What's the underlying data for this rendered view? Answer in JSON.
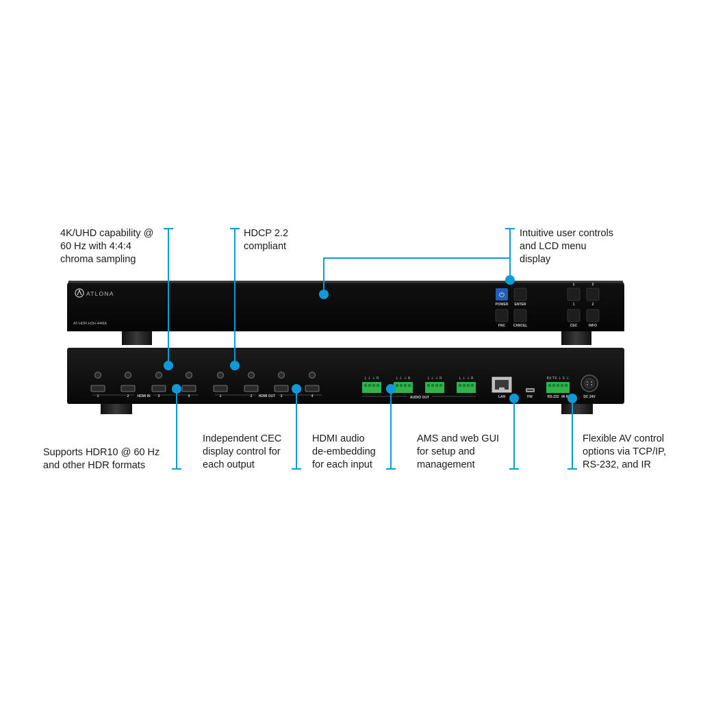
{
  "callouts": {
    "uhd": "4K/UHD capability @\n60 Hz with 4:4:4\nchroma sampling",
    "hdcp": "HDCP 2.2\ncompliant",
    "controls": "Intuitive user controls\nand LCD menu\ndisplay",
    "hdr": "Supports HDR10 @ 60 Hz\nand other HDR formats",
    "cec": "Independent CEC\ndisplay control for\neach output",
    "audio": "HDMI audio\nde-embedding\nfor each input",
    "ams": "AMS and web GUI\nfor setup and\nmanagement",
    "control_options": "Flexible AV control\noptions via TCP/IP,\nRS-232, and IR"
  },
  "front_panel": {
    "brand": "ATLONA",
    "model": "AT-HDR-H2H-44MA",
    "buttons": {
      "power": "POWER",
      "enter": "ENTER",
      "fnc": "FNC",
      "cancel": "CANCEL",
      "input_1": "1",
      "input_2": "2",
      "cec": "CEC",
      "info": "INFO"
    },
    "col_labels": [
      "1",
      "2"
    ]
  },
  "rear_panel": {
    "hdmi_in_label": "HDMI IN",
    "hdmi_out_label": "HDMI OUT",
    "hdmi_in_numbers": [
      "1",
      "2",
      "3",
      "4"
    ],
    "hdmi_out_numbers": [
      "1",
      "2",
      "3",
      "4"
    ],
    "audio_out_label": "AUDIO OUT",
    "lan_label": "LAN",
    "fw_label": "FW",
    "rs232_label": "RS-232",
    "ir_in_label": "IR IN",
    "dc_label": "DC 24V"
  },
  "colors": {
    "accent": "#0a9bd8",
    "chassis": "#0e0e0e",
    "terminal_green": "#2fb34a",
    "power_button": "#1f5fb8"
  }
}
